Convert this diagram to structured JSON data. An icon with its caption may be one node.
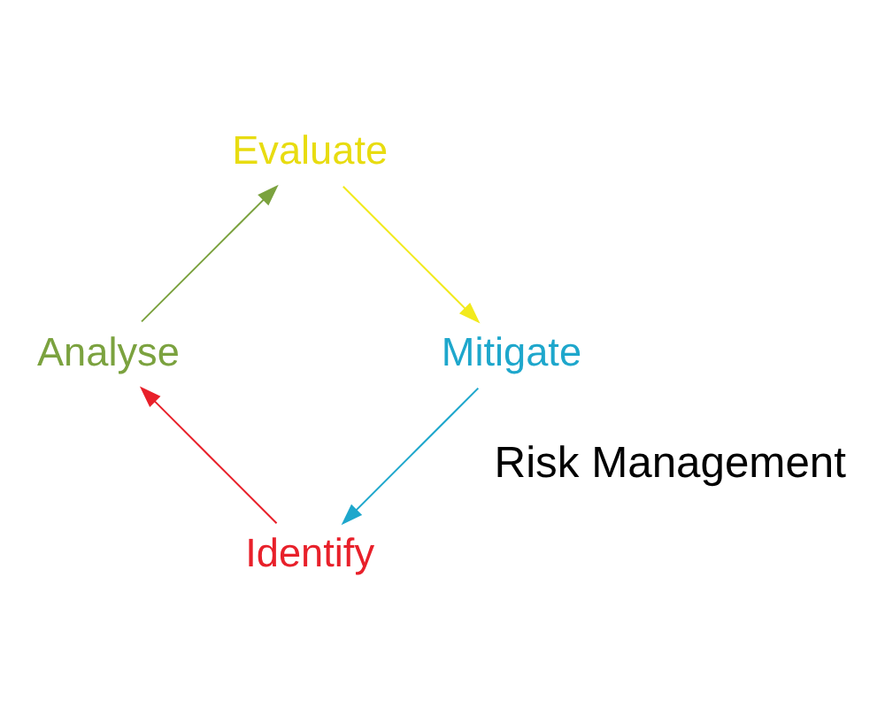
{
  "diagram": {
    "nodes": [
      {
        "text": [
          "Identify"
        ]
      },
      {
        "text": [
          "Analyse"
        ]
      },
      {
        "text": [
          "Evaluate"
        ]
      },
      {
        "text": [
          "Mitigate"
        ]
      }
    ],
    "edges": [
      {
        "from": 3,
        "to": 0,
        "arrow": "to",
        "color": "#1ea7cc"
      },
      {
        "from": 0,
        "to": 1,
        "arrow": "to",
        "color": "#e8202a"
      },
      {
        "from": 1,
        "to": 2,
        "arrow": "to",
        "color": "#7ba23f"
      },
      {
        "from": 2,
        "to": 3,
        "arrow": "to",
        "color": "#f2ea1d"
      }
    ],
    "labels": [
      "Risk Management"
    ]
  }
}
